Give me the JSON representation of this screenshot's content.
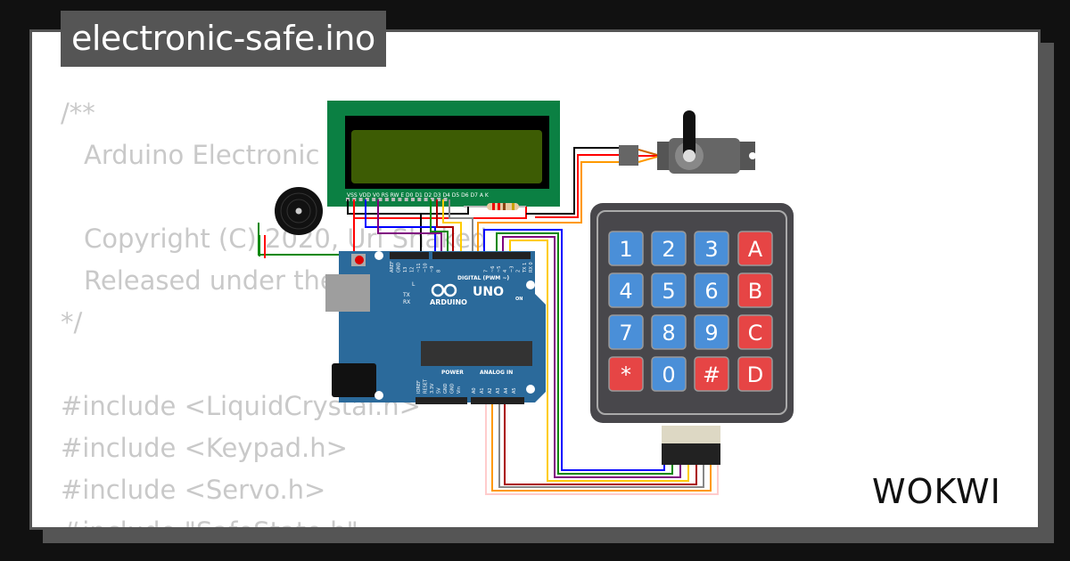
{
  "title": "electronic-safe.ino",
  "code_lines": [
    {
      "text": "/**",
      "indent": false
    },
    {
      "text": "Arduino Electronic",
      "indent": true
    },
    {
      "text": "",
      "indent": false
    },
    {
      "text": "Copyright (C) 2020, Uri Shaked",
      "indent": true
    },
    {
      "text": "Released under the",
      "indent": true
    },
    {
      "text": "*/",
      "indent": false
    },
    {
      "text": "",
      "indent": false
    },
    {
      "text": "#include <LiquidCrystal.h>",
      "indent": false
    },
    {
      "text": "#include <Keypad.h>",
      "indent": false
    },
    {
      "text": "#include <Servo.h>",
      "indent": false
    },
    {
      "text": "#include \"SafeState.h\"",
      "indent": false
    }
  ],
  "lcd": {
    "pin_labels": "VSS VDD V0 RS RW E D0 D1 D2 D3 D4 D5 D6 D7 A K",
    "screen_color": "#3d5c04",
    "board_color": "#0b8043"
  },
  "arduino": {
    "brand": "ARDUINO",
    "model": "UNO",
    "digital_label": "DIGITAL (PWM ~)",
    "power_label": "POWER",
    "analog_label": "ANALOG IN",
    "on_label": "ON",
    "led_labels": [
      "L",
      "TX",
      "RX"
    ],
    "digital_pins": [
      "AREF",
      "GND",
      "13",
      "12",
      "~11",
      "~10",
      "~9",
      "8",
      "7",
      "~6",
      "~5",
      "4",
      "~3",
      "2",
      "TX 1",
      "RX 0"
    ],
    "power_pins": [
      "IOREF",
      "RESET",
      "3.3V",
      "5V",
      "GND",
      "GND",
      "Vin"
    ],
    "analog_pins": [
      "A0",
      "A1",
      "A2",
      "A3",
      "A4",
      "A5"
    ],
    "board_color": "#2b6a9b"
  },
  "keypad": {
    "rows": [
      [
        "1",
        "2",
        "3",
        "A"
      ],
      [
        "4",
        "5",
        "6",
        "B"
      ],
      [
        "7",
        "8",
        "9",
        "C"
      ],
      [
        "*",
        "0",
        "#",
        "D"
      ]
    ],
    "blue": "#4a8fd8",
    "red": "#e64545"
  },
  "logo": "WOKWI"
}
